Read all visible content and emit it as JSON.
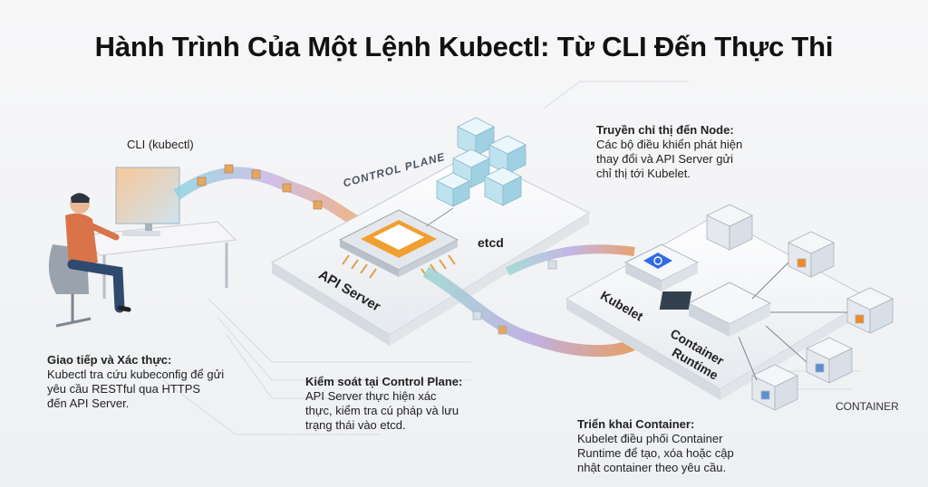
{
  "title": "Hành Trình Của Một Lệnh Kubectl: Từ CLI Đến Thực Thi",
  "labels": {
    "cli": "CLI (kubectl)",
    "control_plane": "CONTROL PLANE",
    "etcd": "etcd",
    "api_server": "API Server",
    "kubelet": "Kubelet",
    "container_runtime_line1": "Container",
    "container_runtime_line2": "Runtime",
    "container": "CONTAINER"
  },
  "captions": {
    "auth": {
      "heading": "Giao tiếp và Xác thực:",
      "lines": [
        "Kubectl tra cứu kubeconfig để gửi",
        "yêu cầu RESTful qua HTTPS",
        "đến API Server."
      ]
    },
    "control": {
      "heading": "Kiểm soát tại Control Plane:",
      "lines": [
        "API Server thực hiện xác",
        "thực, kiểm tra cú pháp và lưu",
        "trạng thái vào etcd."
      ]
    },
    "node": {
      "heading": "Truyền chỉ thị đến Node:",
      "lines": [
        "Các bộ điều khiển phát hiện",
        "thay đổi và API Server gửi",
        "chỉ thị tới Kubelet."
      ]
    },
    "deploy": {
      "heading": "Triển khai Container:",
      "lines": [
        "Kubelet điều phối Container",
        "Runtime để tạo, xóa hoặc cập",
        "nhật container theo yêu cầu."
      ]
    }
  },
  "colors": {
    "pipe_start": "#7ec8d8",
    "pipe_end": "#e8a25a",
    "chip": "#f0a030",
    "k8s_blue": "#326ce5",
    "cube": "#b8e0ea",
    "accent_orange": "#f08a24"
  }
}
